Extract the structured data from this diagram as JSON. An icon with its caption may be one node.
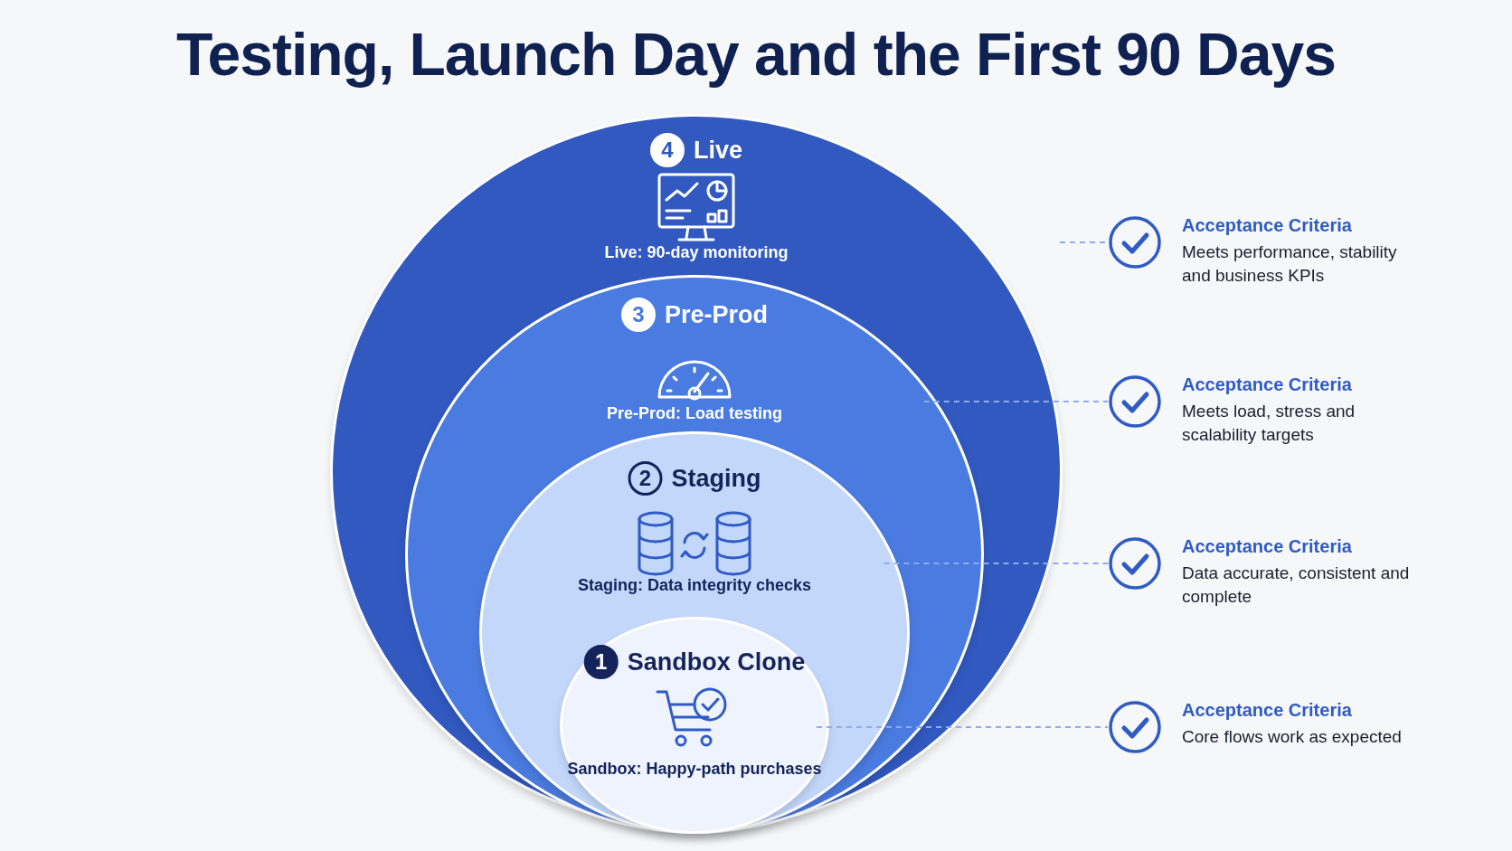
{
  "diagram": {
    "title": "Testing, Launch Day and the First 90 Days",
    "nodes": [
      {
        "text": [
          "4",
          "Live",
          "Live: 90-day monitoring"
        ]
      },
      {
        "text": [
          "3",
          "Pre-Prod",
          "Pre-Prod: Load testing"
        ],
        "in": 0
      },
      {
        "text": [
          "2",
          "Staging",
          "Staging: Data integrity checks"
        ],
        "in": 1
      },
      {
        "text": [
          "1",
          "Sandbox Clone",
          "Sandbox: Happy-path purchases"
        ],
        "in": 2
      },
      {
        "text": [
          "Acceptance Criteria",
          "Meets performance, stability and business KPIs"
        ]
      },
      {
        "text": [
          "Acceptance Criteria",
          "Meets load, stress and scalability targets"
        ]
      },
      {
        "text": [
          "Acceptance Criteria",
          "Data accurate, consistent and complete"
        ]
      },
      {
        "text": [
          "Acceptance Criteria",
          "Core flows work as expected"
        ]
      }
    ],
    "edges": [
      {
        "from": 0,
        "to": 4,
        "arrow": "none",
        "style": "dashed"
      },
      {
        "from": 1,
        "to": 5,
        "arrow": "none",
        "style": "dashed"
      },
      {
        "from": 2,
        "to": 6,
        "arrow": "none",
        "style": "dashed"
      },
      {
        "from": 3,
        "to": 7,
        "arrow": "none",
        "style": "dashed"
      }
    ]
  }
}
